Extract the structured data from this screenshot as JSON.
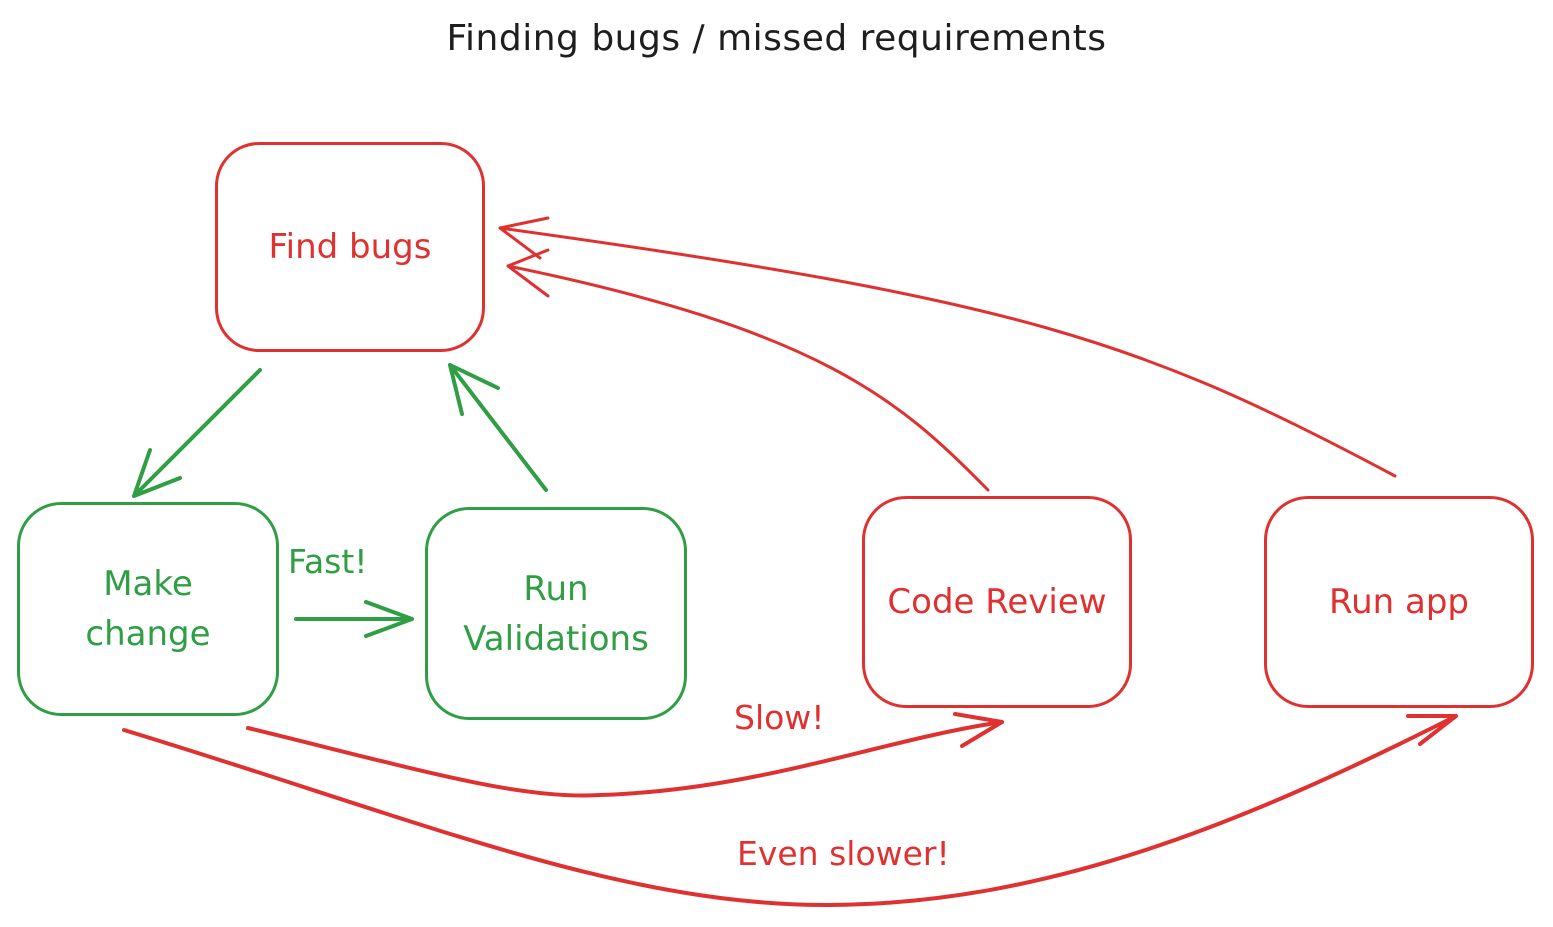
{
  "title": "Finding bugs / missed requirements",
  "nodes": {
    "find_bugs": "Find bugs",
    "make_change": "Make\nchange",
    "run_validations": "Run\nValidations",
    "code_review": "Code Review",
    "run_app": "Run app"
  },
  "edge_labels": {
    "fast": "Fast!",
    "slow": "Slow!",
    "even_slower": "Even slower!"
  },
  "colors": {
    "fast_path": "#2f9e44",
    "slow_path": "#e03131",
    "text": "#1e1e1e"
  }
}
